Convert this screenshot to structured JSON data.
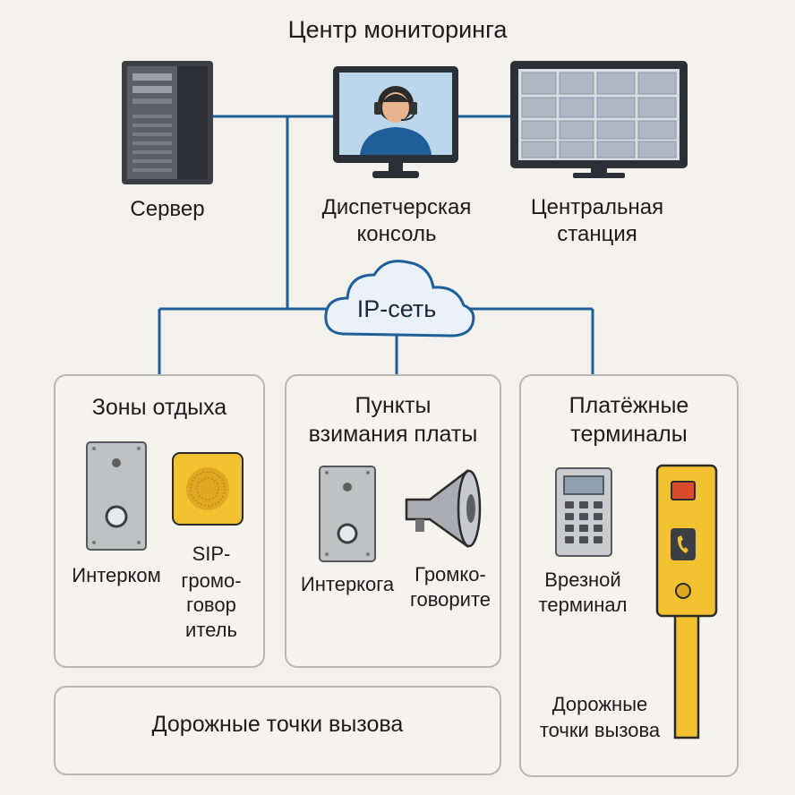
{
  "header": {
    "title": "Центр мониторинга"
  },
  "center": {
    "server_label": "Сервер",
    "dispatch_label_1": "Диспетчерская",
    "dispatch_label_2": "консоль",
    "station_label_1": "Центральная",
    "station_label_2": "станция"
  },
  "network": {
    "label": "IP-сеть"
  },
  "zones": [
    {
      "title": "Зоны отдыха",
      "devices": [
        {
          "label": "Интерком"
        },
        {
          "label_lines": [
            "SIP-",
            "громо-",
            "говор",
            "итель"
          ]
        }
      ]
    },
    {
      "title_lines": [
        "Пункты",
        "взимания платы"
      ],
      "devices": [
        {
          "label": "Интеркога"
        },
        {
          "label_lines": [
            "Громко-",
            "говорите"
          ]
        }
      ]
    },
    {
      "title_lines": [
        "Платёжные",
        "терминалы"
      ],
      "devices": [
        {
          "label_lines": [
            "Врезной",
            "терминал"
          ]
        },
        {
          "label_lines": [
            "Дорожные",
            "точки вызова"
          ]
        }
      ]
    }
  ],
  "bottom": {
    "label": "Дорожные точки вызова"
  },
  "colors": {
    "wire": "#1f5f99",
    "yellow": "#f2c230",
    "monitor": "#2b2f36",
    "panel_border": "#b9b7b2"
  }
}
